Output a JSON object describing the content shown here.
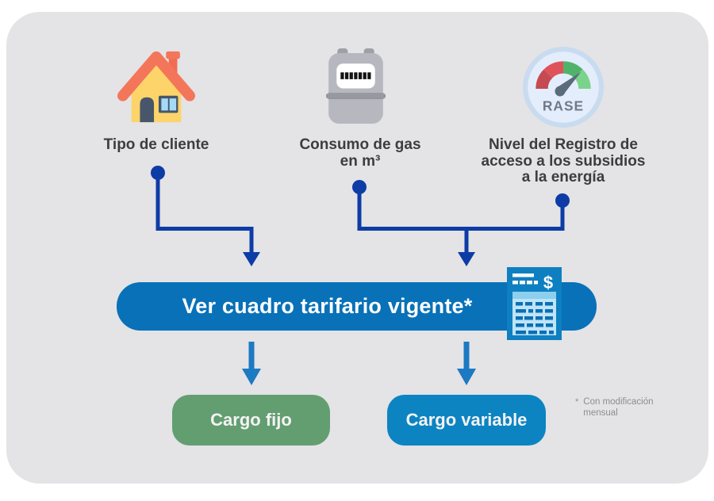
{
  "factors": [
    {
      "icon": "house-icon",
      "lines": [
        "Tipo de cliente"
      ]
    },
    {
      "icon": "gas-meter-icon",
      "lines": [
        "Consumo de gas",
        "en m³"
      ]
    },
    {
      "icon": "rase-gauge-icon",
      "gauge_label": "RASE",
      "lines": [
        "Nivel del Registro de",
        "acceso a los subsidios",
        "a la energía"
      ]
    }
  ],
  "banner": {
    "label": "Ver cuadro tarifario vigente*"
  },
  "invoice_icon": {
    "currency_symbol": "$"
  },
  "outputs": [
    {
      "label": "Cargo fijo"
    },
    {
      "label": "Cargo variable"
    }
  ],
  "footnote": {
    "marker": "*",
    "text": "Con modificación mensual"
  },
  "colors": {
    "panel_bg": "#e4e3e6",
    "connector_navy": "#0d3ca6",
    "arrow_blue": "#1b7ac1",
    "banner_blue": "#0871b8",
    "cargo_fijo_green": "#639e71",
    "cargo_variable_blue": "#0c84c2",
    "invoice_bg_blue": "#0e80c1",
    "label_text": "#3d3d3f",
    "footnote_gray": "#8d8d8d",
    "gauge_red_dark": "#c64a52",
    "gauge_red": "#e0525a",
    "gauge_green": "#4fb46a",
    "gauge_green_light": "#7ad38b"
  }
}
